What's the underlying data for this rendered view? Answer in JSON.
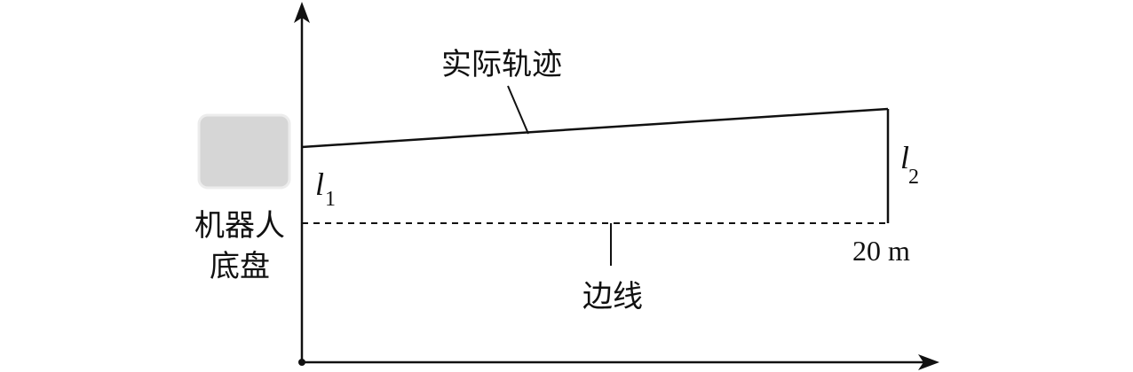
{
  "labels": {
    "trajectory": "实际轨迹",
    "robot_line1": "机器人",
    "robot_line2": "底盘",
    "boundary": "边线",
    "l1_var": "l",
    "l1_sub": "1",
    "l2_var": "l",
    "l2_sub": "2",
    "distance": "20 m"
  },
  "colors": {
    "line": "#111111",
    "chassis_fill": "#d6d6d6",
    "chassis_stroke": "#ececec"
  }
}
